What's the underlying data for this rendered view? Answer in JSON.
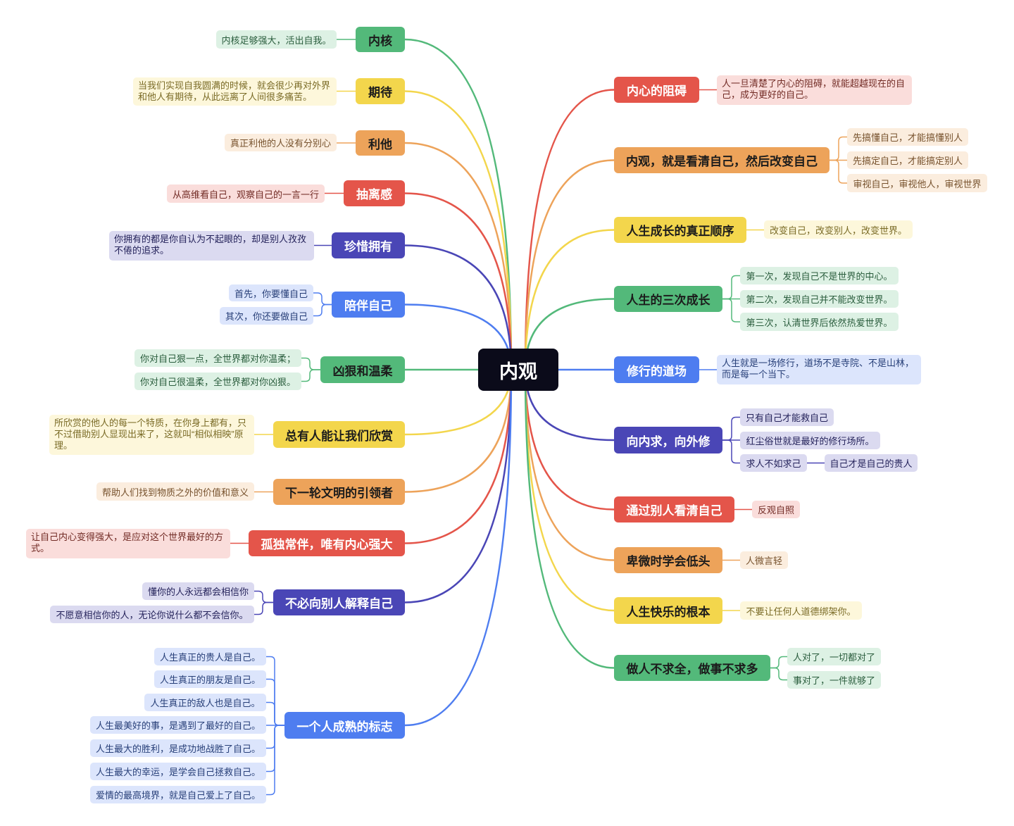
{
  "center": {
    "label": "内观",
    "color": "#0b0b1a"
  },
  "left_branches": [
    {
      "label": "内核",
      "color": "#53b97a",
      "details": [
        {
          "text": "内核足够强大，活出自我。"
        }
      ]
    },
    {
      "label": "期待",
      "color": "#f3d64c",
      "details": [
        {
          "text": "当我们实现自我圆满的时候，就会很少再对外界和他人有期待，从此远离了人间很多痛苦。"
        }
      ]
    },
    {
      "label": "利他",
      "color": "#eda35a",
      "details": [
        {
          "text": "真正利他的人没有分别心"
        }
      ]
    },
    {
      "label": "抽离感",
      "color": "#e4554a",
      "details": [
        {
          "text": "从高维看自己，观察自己的一言一行"
        }
      ]
    },
    {
      "label": "珍惜拥有",
      "color": "#4a46b6",
      "details": [
        {
          "text": "你拥有的都是你自认为不起眼的，却是别人孜孜不倦的追求。"
        }
      ]
    },
    {
      "label": "陪伴自己",
      "color": "#4e7df0",
      "details": [
        {
          "text": "首先，你要懂自己"
        },
        {
          "text": "其次，你还要做自己"
        }
      ]
    },
    {
      "label": "凶狠和温柔",
      "color": "#53b97a",
      "details": [
        {
          "text": "你对自己狠一点，全世界都对你温柔；"
        },
        {
          "text": "你对自己很温柔，全世界都对你凶狠。"
        }
      ]
    },
    {
      "label": "总有人能让我们欣赏",
      "color": "#f3d64c",
      "details": [
        {
          "text": "所欣赏的他人的每一个特质，在你身上都有，只不过借助别人显现出来了，这就叫“相似相映”原理。"
        }
      ]
    },
    {
      "label": "下一轮文明的引领者",
      "color": "#eda35a",
      "details": [
        {
          "text": "帮助人们找到物质之外的价值和意义"
        }
      ]
    },
    {
      "label": "孤独常伴，唯有内心强大",
      "color": "#e4554a",
      "details": [
        {
          "text": "让自己内心变得强大，是应对这个世界最好的方式。"
        }
      ]
    },
    {
      "label": "不必向别人解释自己",
      "color": "#4a46b6",
      "details": [
        {
          "text": "懂你的人永远都会相信你"
        },
        {
          "text": "不愿意相信你的人，无论你说什么都不会信你。"
        }
      ]
    },
    {
      "label": "一个人成熟的标志",
      "color": "#4e7df0",
      "details": [
        {
          "text": "人生真正的贵人是自己。"
        },
        {
          "text": "人生真正的朋友是自己。"
        },
        {
          "text": "人生真正的敌人也是自己。"
        },
        {
          "text": "人生最美好的事，是遇到了最好的自己。"
        },
        {
          "text": "人生最大的胜利，是成功地战胜了自己。"
        },
        {
          "text": "人生最大的幸运，是学会自己拯救自己。"
        },
        {
          "text": "爱情的最高境界，就是自己爱上了自己。"
        }
      ]
    }
  ],
  "right_branches": [
    {
      "label": "内心的阻碍",
      "color": "#e4554a",
      "details": [
        {
          "text": "人一旦清楚了内心的阻碍，就能超越现在的自己，成为更好的自己。"
        }
      ]
    },
    {
      "label": "内观，就是看清自己，然后改变自己",
      "color": "#eda35a",
      "details": [
        {
          "text": "先搞懂自己，才能搞懂别人"
        },
        {
          "text": "先搞定自己，才能搞定别人"
        },
        {
          "text": "审视自己，审视他人，审视世界"
        }
      ]
    },
    {
      "label": "人生成长的真正顺序",
      "color": "#f3d64c",
      "details": [
        {
          "text": "改变自己，改变别人，改变世界。"
        }
      ]
    },
    {
      "label": "人生的三次成长",
      "color": "#53b97a",
      "details": [
        {
          "text": "第一次，发现自己不是世界的中心。"
        },
        {
          "text": "第二次，发现自己并不能改变世界。"
        },
        {
          "text": "第三次，认清世界后依然热爱世界。"
        }
      ]
    },
    {
      "label": "修行的道场",
      "color": "#4e7df0",
      "details": [
        {
          "text": "人生就是一场修行，道场不是寺院、不是山林，而是每一个当下。"
        }
      ]
    },
    {
      "label": "向内求，向外修",
      "color": "#4a46b6",
      "details": [
        {
          "text": "只有自己才能救自己"
        },
        {
          "text": "红尘俗世就是最好的修行场所。"
        },
        {
          "text": "求人不如求己",
          "children": [
            "自己才是自己的贵人"
          ]
        }
      ]
    },
    {
      "label": "通过别人看清自己",
      "color": "#e4554a",
      "details": [
        {
          "text": "反观自照"
        }
      ]
    },
    {
      "label": "卑微时学会低头",
      "color": "#eda35a",
      "details": [
        {
          "text": "人微言轻"
        }
      ]
    },
    {
      "label": "人生快乐的根本",
      "color": "#f3d64c",
      "details": [
        {
          "text": "不要让任何人道德绑架你。"
        }
      ]
    },
    {
      "label": "做人不求全，做事不求多",
      "color": "#53b97a",
      "details": [
        {
          "text": "人对了，一切都对了"
        },
        {
          "text": "事对了，一件就够了"
        }
      ]
    }
  ]
}
